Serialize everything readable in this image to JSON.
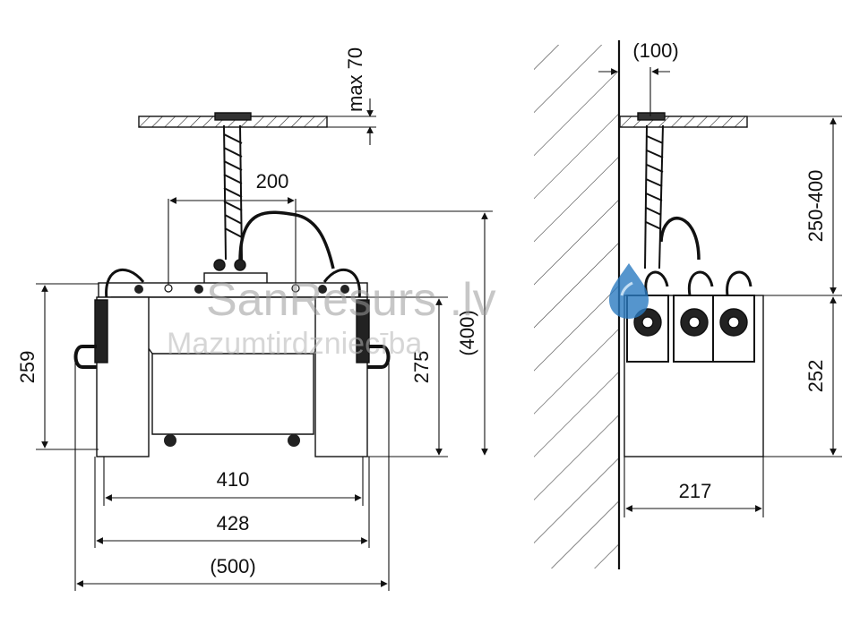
{
  "front_view": {
    "dims": {
      "max70": "max 70",
      "d200": "200",
      "d259": "259",
      "d275": "275",
      "d400": "(400)",
      "d410": "410",
      "d428": "428",
      "d500": "(500)"
    }
  },
  "side_view": {
    "dims": {
      "d100": "(100)",
      "d250_400": "250-400",
      "d252": "252",
      "d217": "217"
    }
  },
  "watermark": {
    "title": "SanResurs .lv",
    "subtitle": "Mazumtirdzniecība",
    "logo_icon": "water-drop-icon",
    "colors": {
      "drop": "#2b7bc0",
      "text": "#9a9a9a"
    }
  }
}
